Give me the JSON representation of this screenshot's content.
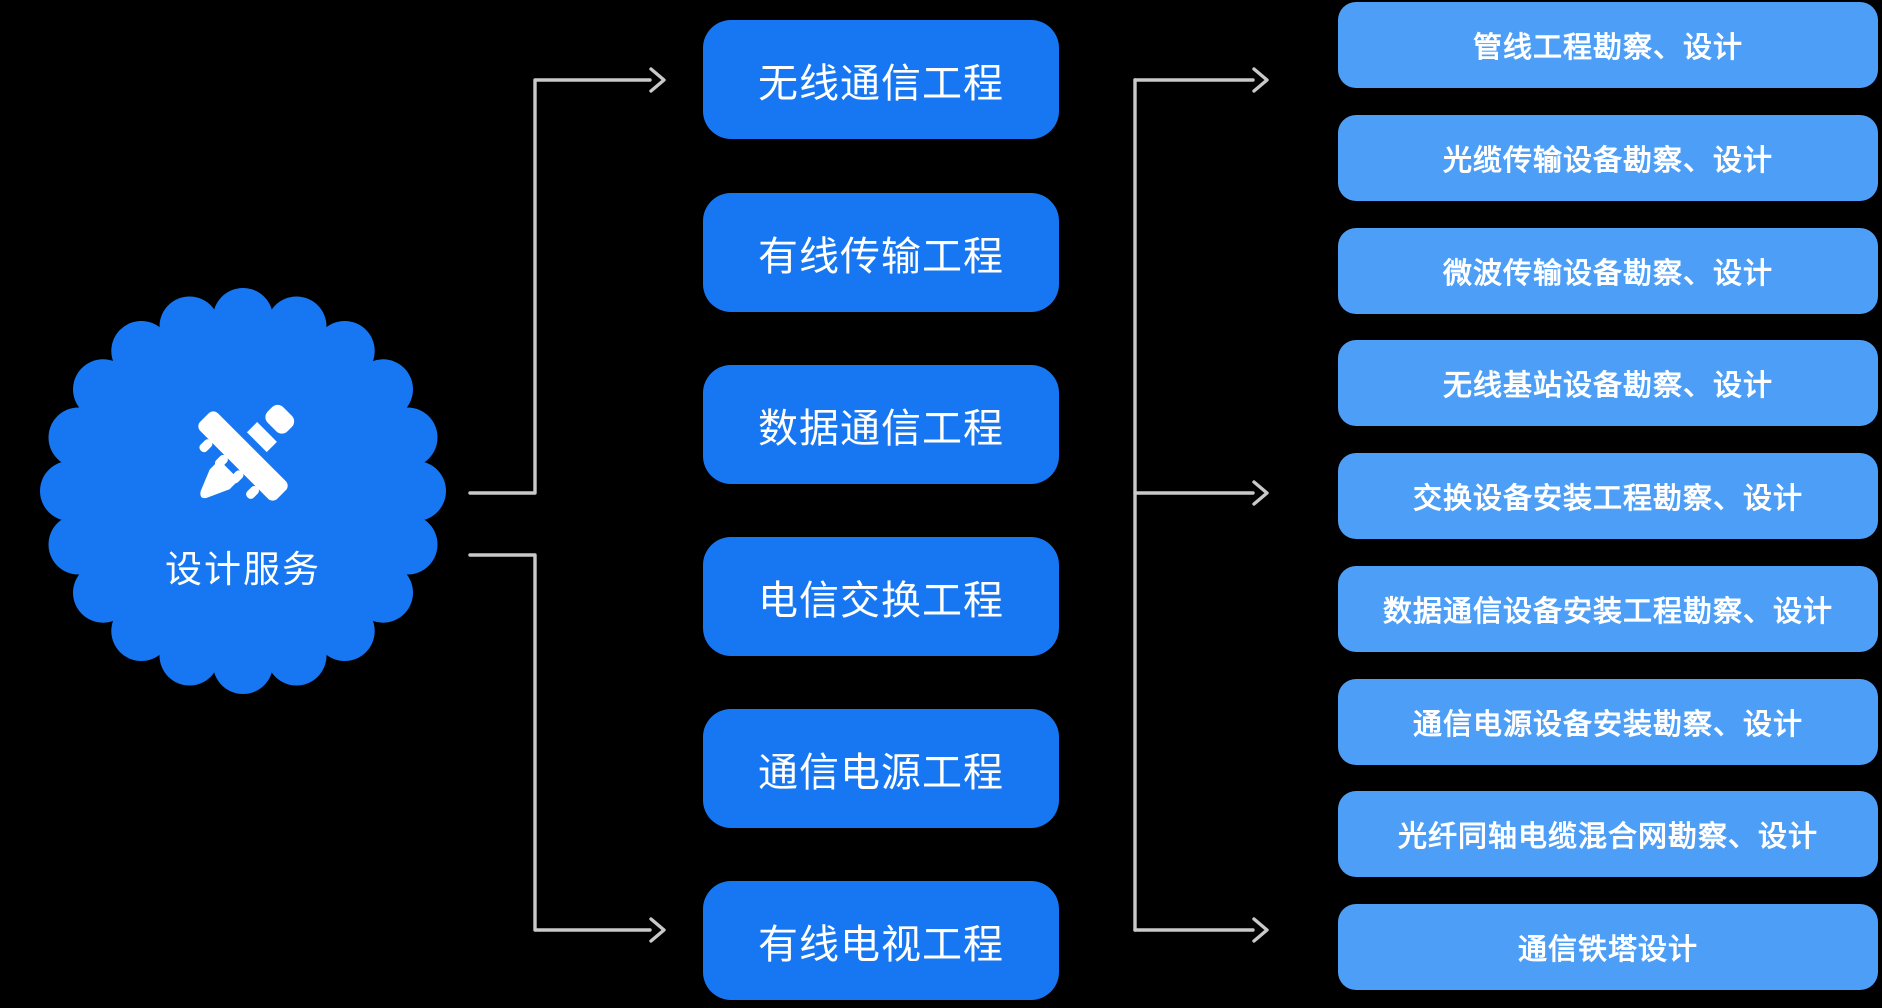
{
  "palette": {
    "bg": "#000000",
    "primary": "#1777F2",
    "light": "#4D9EF7",
    "arrow": "#C9C9C9",
    "text_on_blue": "#FFFFFF"
  },
  "badge": {
    "label": "设计服务",
    "icon": "pencil-ruler-icon"
  },
  "categories": [
    {
      "label": "无线通信工程"
    },
    {
      "label": "有线传输工程"
    },
    {
      "label": "数据通信工程"
    },
    {
      "label": "电信交换工程"
    },
    {
      "label": "通信电源工程"
    },
    {
      "label": "有线电视工程"
    }
  ],
  "services": [
    {
      "label": "管线工程勘察、设计"
    },
    {
      "label": "光缆传输设备勘察、设计"
    },
    {
      "label": "微波传输设备勘察、设计"
    },
    {
      "label": "无线基站设备勘察、设计"
    },
    {
      "label": "交换设备安装工程勘察、设计"
    },
    {
      "label": "数据通信设备安装工程勘察、设计"
    },
    {
      "label": "通信电源设备安装勘察、设计"
    },
    {
      "label": "光纤同轴电缆混合网勘察、设计"
    },
    {
      "label": "通信铁塔设计"
    }
  ]
}
